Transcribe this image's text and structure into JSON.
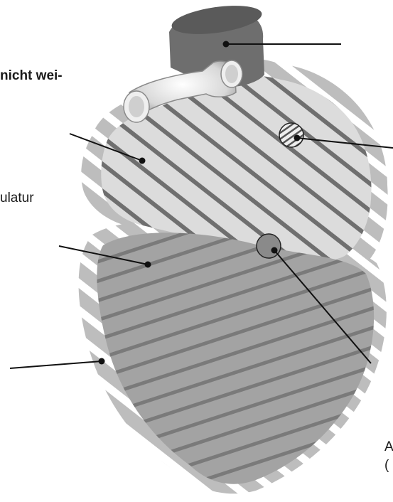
{
  "labels": {
    "top_bold": "nicht wei-",
    "middle_left": "ulatur",
    "bottom_right_line1": "A",
    "bottom_right_line2": "("
  },
  "colors": {
    "atrium_fill": "#d9d9d9",
    "ventricle_fill": "#9a9a9a",
    "stripe_atrium": "#6f6f6f",
    "stripe_ventricle": "#7a7a7a",
    "outline_light": "#c4c4c4",
    "vessel_dark": "#6a6a6a",
    "vessel_light": "#e6e6e6",
    "leader_line": "#111111"
  }
}
